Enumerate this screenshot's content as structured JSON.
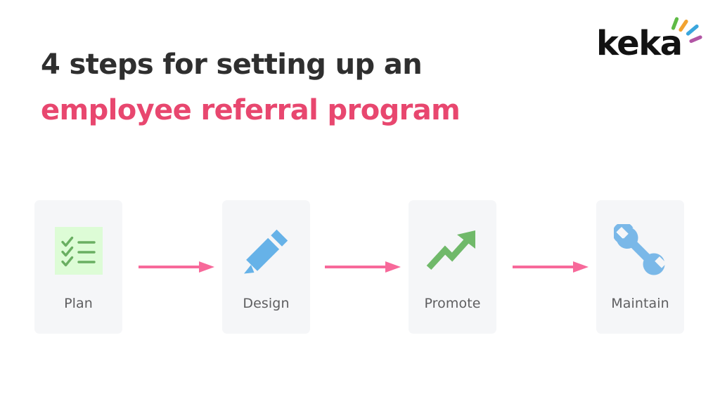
{
  "brand": {
    "logo_text": "keka",
    "ray_colors": [
      "#5fbb46",
      "#f2a230",
      "#3aa6dd",
      "#b256a5"
    ],
    "accent_color": "#e8476f",
    "heading_color": "#2f2f2f",
    "card_bg": "#f5f6f8",
    "label_color": "#5e5e60",
    "arrow_color": "#f7699a"
  },
  "headline": {
    "line1": "4 steps for setting up an",
    "line2": "employee referral program"
  },
  "steps": [
    {
      "label": "Plan",
      "icon": "checklist-icon",
      "icon_color": "#6aaf62",
      "icon_bg": "#ddfcd6"
    },
    {
      "label": "Design",
      "icon": "pencil-icon",
      "icon_color": "#66b2e8",
      "icon_bg": "transparent"
    },
    {
      "label": "Promote",
      "icon": "trending-up-arrow-icon",
      "icon_color": "#70b96a",
      "icon_bg": "transparent"
    },
    {
      "label": "Maintain",
      "icon": "wrench-icon",
      "icon_color": "#7ab8e8",
      "icon_bg": "transparent"
    }
  ],
  "connectors": [
    {
      "name": "arrow-plan-to-design"
    },
    {
      "name": "arrow-design-to-promote"
    },
    {
      "name": "arrow-promote-to-maintain"
    }
  ]
}
